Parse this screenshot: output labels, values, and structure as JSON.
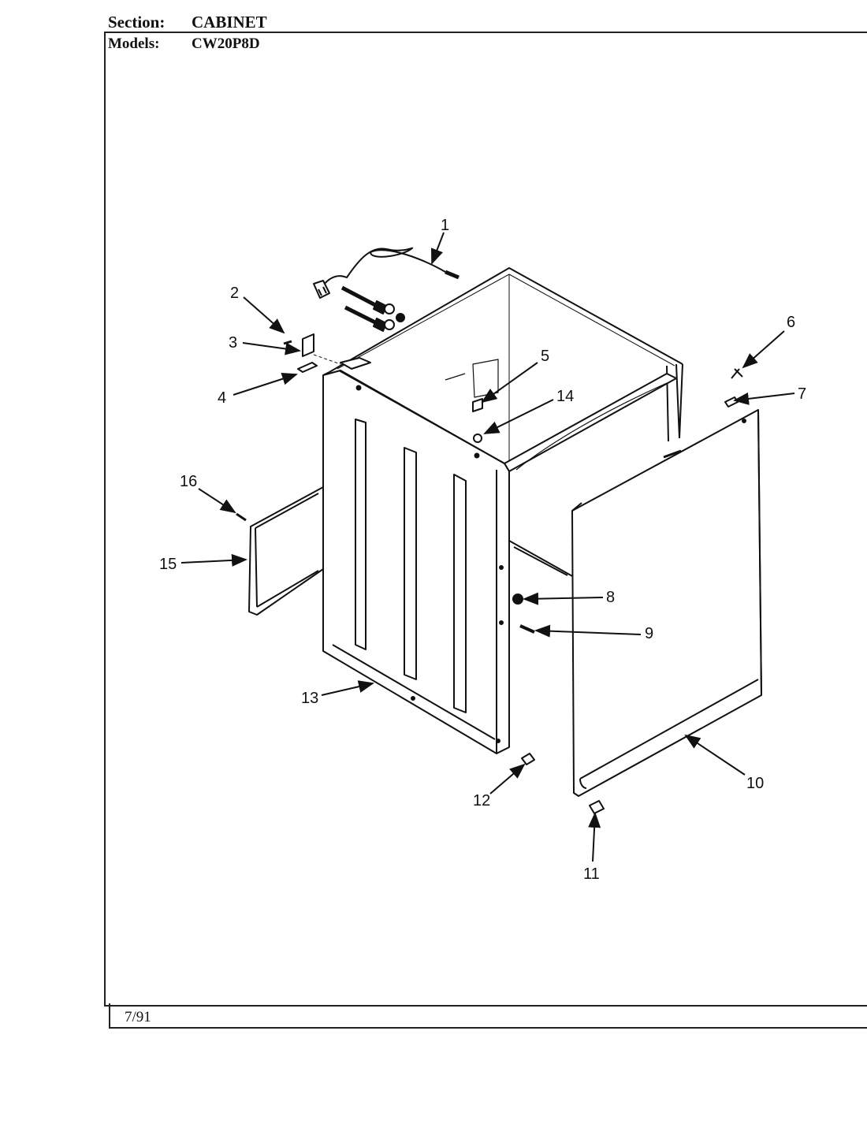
{
  "header": {
    "section_label": "Section:",
    "section_value": "CABINET",
    "models_label": "Models:",
    "models_value": "CW20P8D"
  },
  "footer": {
    "date": "7/91"
  },
  "callouts": [
    {
      "id": "1",
      "label": "1"
    },
    {
      "id": "2",
      "label": "2"
    },
    {
      "id": "3",
      "label": "3"
    },
    {
      "id": "4",
      "label": "4"
    },
    {
      "id": "5",
      "label": "5"
    },
    {
      "id": "6",
      "label": "6"
    },
    {
      "id": "7",
      "label": "7"
    },
    {
      "id": "8",
      "label": "8"
    },
    {
      "id": "9",
      "label": "9"
    },
    {
      "id": "10",
      "label": "10"
    },
    {
      "id": "11",
      "label": "11"
    },
    {
      "id": "12",
      "label": "12"
    },
    {
      "id": "13",
      "label": "13"
    },
    {
      "id": "14",
      "label": "14"
    },
    {
      "id": "15",
      "label": "15"
    },
    {
      "id": "16",
      "label": "16"
    }
  ]
}
